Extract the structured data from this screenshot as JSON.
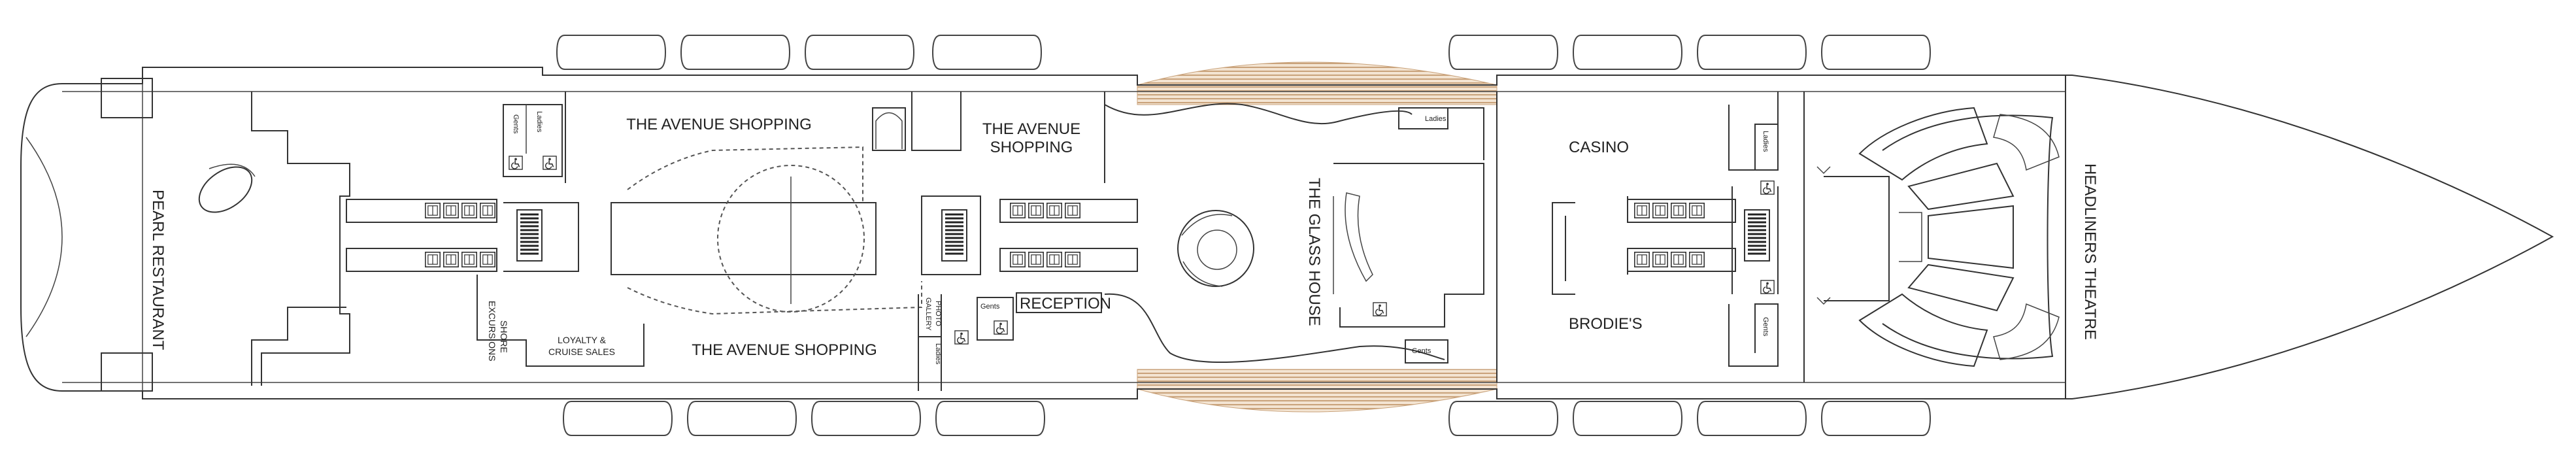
{
  "labels": {
    "pearl_restaurant": "PEARL RESTAURANT",
    "avenue_shopping_top": "THE AVENUE SHOPPING",
    "avenue_shopping_upper_line1": "THE AVENUE",
    "avenue_shopping_upper_line2": "SHOPPING",
    "avenue_shopping_bottom": "THE AVENUE SHOPPING",
    "shore_excursions_line1": "SHORE",
    "shore_excursions_line2": "EXCURSIONS",
    "loyalty_line1": "LOYALTY &",
    "loyalty_line2": "CRUISE SALES",
    "photo_gallery_line1": "PHOTO",
    "photo_gallery_line2": "GALLERY",
    "reception": "RECEPTION",
    "glass_house": "THE GLASS HOUSE",
    "casino": "CASINO",
    "brodies": "BRODIE'S",
    "headliners_theatre": "HEADLINERS THEATRE",
    "ladies": "Ladies",
    "gents": "Gents"
  },
  "colors": {
    "hull": "#333333",
    "deck_stripe": "#c9a27a",
    "lifeboat": "#444444"
  },
  "icons": {
    "lift": "lift-icon",
    "wheelchair": "wheelchair-icon",
    "stairs": "stairs-icon"
  }
}
